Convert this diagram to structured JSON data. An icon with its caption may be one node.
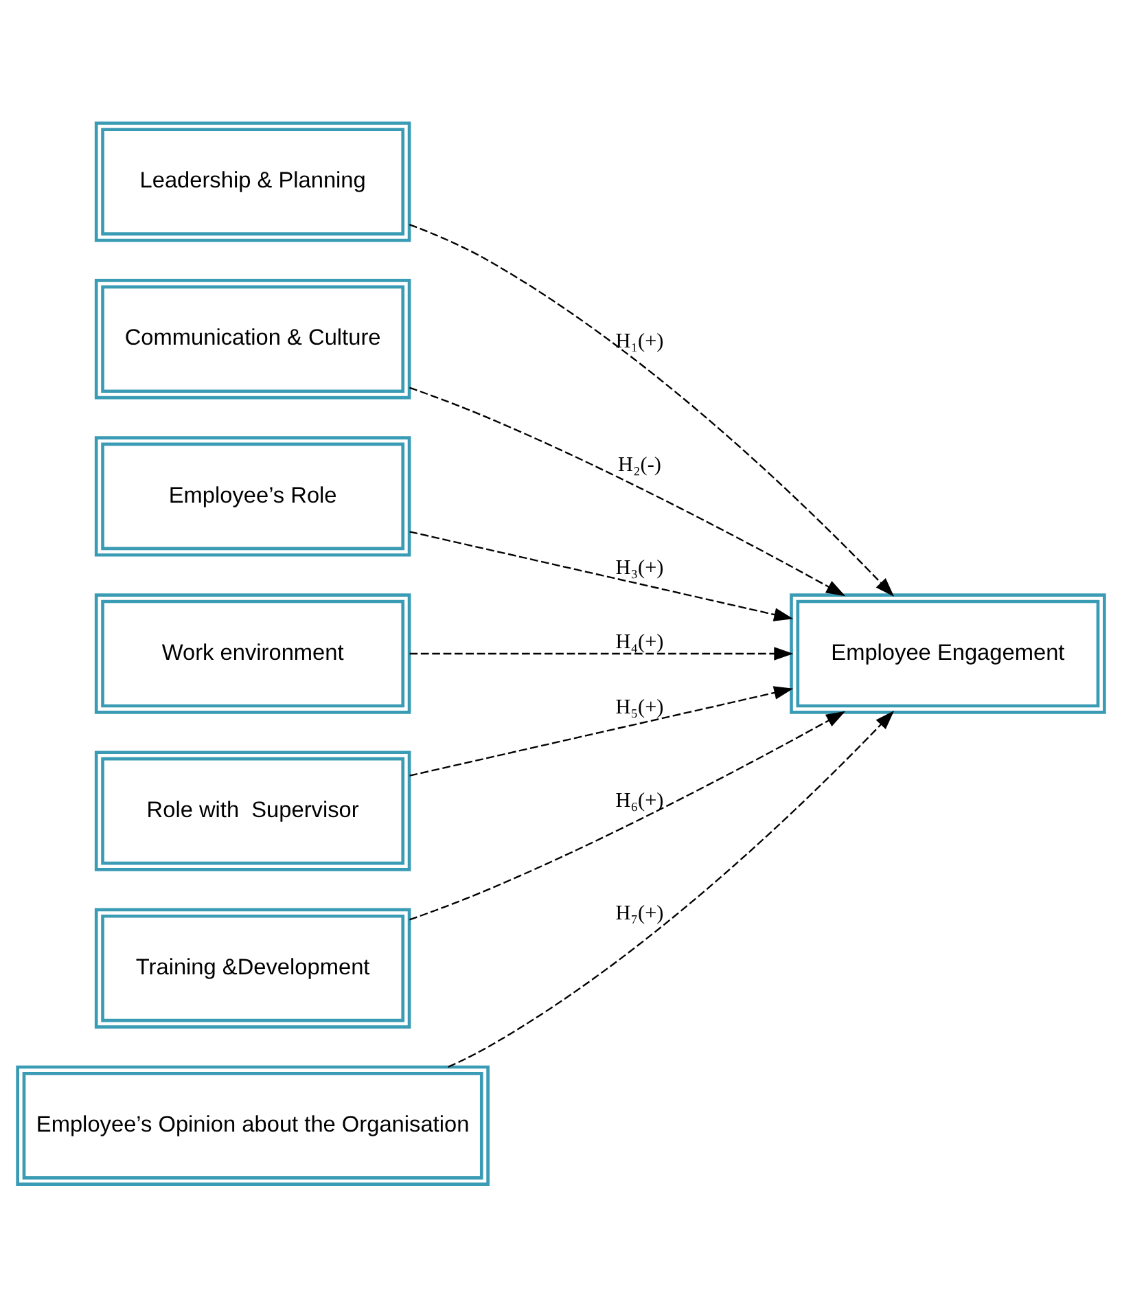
{
  "diagram": {
    "nodes": [
      {
        "text": [
          "Leadership & Planning"
        ]
      },
      {
        "text": [
          "Communication & Culture"
        ]
      },
      {
        "text": [
          "Employee’s Role"
        ]
      },
      {
        "text": [
          "Work environment"
        ]
      },
      {
        "text": [
          "Role with  Supervisor"
        ]
      },
      {
        "text": [
          "Training &Development"
        ]
      },
      {
        "text": [
          "Employee’s Opinion about the Organisation"
        ]
      },
      {
        "text": [
          "Employee Engagement"
        ]
      }
    ],
    "edges": [
      {
        "from": 0,
        "to": 7,
        "arrow": "to",
        "label": "H₁(+)",
        "style": "dashed"
      },
      {
        "from": 1,
        "to": 7,
        "arrow": "to",
        "label": "H₂(-)",
        "style": "dashed"
      },
      {
        "from": 2,
        "to": 7,
        "arrow": "to",
        "label": "H₃(+)",
        "style": "dashed"
      },
      {
        "from": 3,
        "to": 7,
        "arrow": "to",
        "label": "H₄(+)",
        "style": "dashed"
      },
      {
        "from": 4,
        "to": 7,
        "arrow": "to",
        "label": "H₅(+)",
        "style": "dashed"
      },
      {
        "from": 5,
        "to": 7,
        "arrow": "to",
        "label": "H₆(+)",
        "style": "dashed"
      },
      {
        "from": 6,
        "to": 7,
        "arrow": "to",
        "label": "H₇(+)",
        "style": "dashed"
      }
    ]
  }
}
